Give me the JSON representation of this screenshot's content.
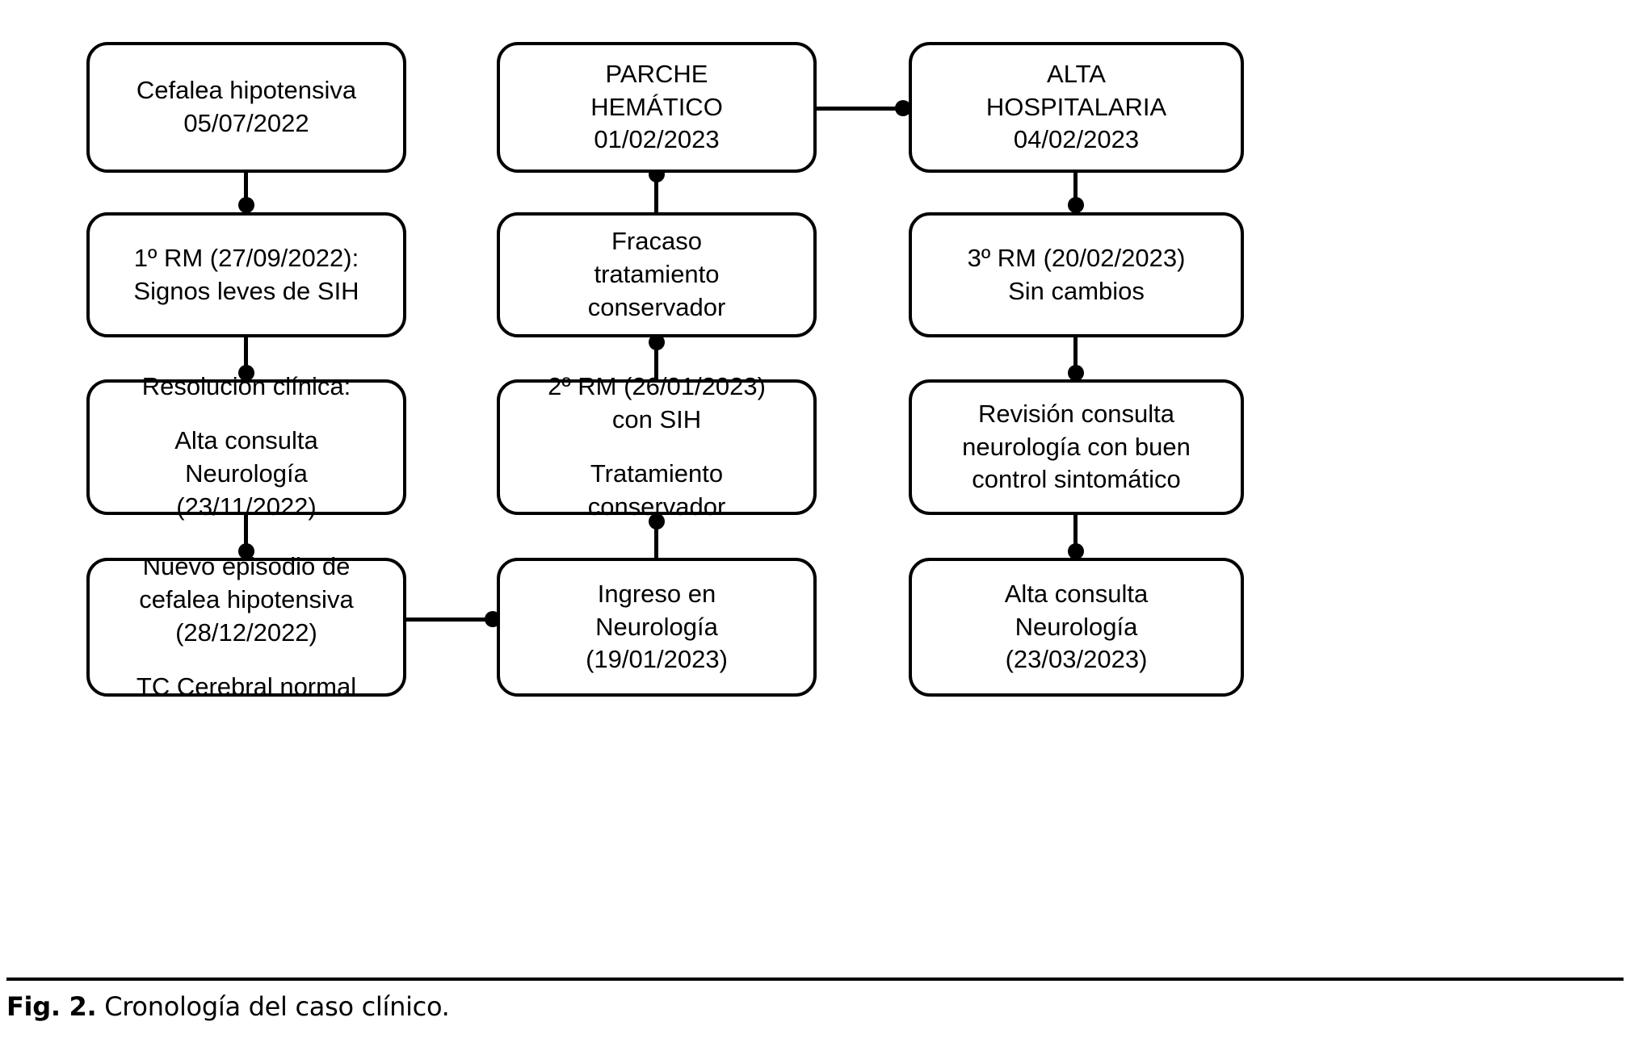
{
  "figure": {
    "caption_label": "Fig. 2.",
    "caption_text": "Cronología del caso clínico.",
    "line_color": "#000000",
    "background_color": "#ffffff"
  },
  "chart_data": {
    "type": "diagram",
    "title": "Cronología del caso clínico",
    "columns": 3,
    "rows": 4,
    "nodes": [
      {
        "id": "n1",
        "column": 1,
        "row": 1,
        "lines": [
          [
            "Cefalea hipotensiva",
            "05/07/2022"
          ]
        ]
      },
      {
        "id": "n2",
        "column": 1,
        "row": 2,
        "lines": [
          [
            "1º RM (27/09/2022):",
            "Signos leves de SIH"
          ]
        ]
      },
      {
        "id": "n3",
        "column": 1,
        "row": 3,
        "lines": [
          [
            "Resolución clínica:"
          ],
          [
            "Alta consulta",
            "Neurología",
            "(23/11/2022)"
          ]
        ]
      },
      {
        "id": "n4",
        "column": 1,
        "row": 4,
        "lines": [
          [
            "Nuevo episodio de",
            "cefalea hipotensiva",
            "(28/12/2022)"
          ],
          [
            "TC Cerebral normal"
          ]
        ]
      },
      {
        "id": "n5",
        "column": 2,
        "row": 1,
        "lines": [
          [
            "PARCHE",
            "HEMÁTICO",
            "01/02/2023"
          ]
        ]
      },
      {
        "id": "n6",
        "column": 2,
        "row": 2,
        "lines": [
          [
            "Fracaso",
            "tratamiento",
            "conservador"
          ]
        ]
      },
      {
        "id": "n7",
        "column": 2,
        "row": 3,
        "lines": [
          [
            "2º RM (26/01/2023)",
            "con SIH"
          ],
          [
            "Tratamiento",
            "conservador"
          ]
        ]
      },
      {
        "id": "n8",
        "column": 2,
        "row": 4,
        "lines": [
          [
            "Ingreso en",
            "Neurología",
            "(19/01/2023)"
          ]
        ]
      },
      {
        "id": "n9",
        "column": 3,
        "row": 1,
        "lines": [
          [
            "ALTA",
            "HOSPITALARIA",
            "04/02/2023"
          ]
        ]
      },
      {
        "id": "n10",
        "column": 3,
        "row": 2,
        "lines": [
          [
            "3º RM (20/02/2023)",
            "Sin cambios"
          ]
        ]
      },
      {
        "id": "n11",
        "column": 3,
        "row": 3,
        "lines": [
          [
            "Revisión consulta",
            "neurología con buen",
            "control sintomático"
          ]
        ]
      },
      {
        "id": "n12",
        "column": 3,
        "row": 4,
        "lines": [
          [
            "Alta consulta",
            "Neurología",
            "(23/03/2023)"
          ]
        ]
      }
    ],
    "edges": [
      {
        "from": "n1",
        "to": "n2",
        "direction": "down"
      },
      {
        "from": "n2",
        "to": "n3",
        "direction": "down"
      },
      {
        "from": "n3",
        "to": "n4",
        "direction": "down"
      },
      {
        "from": "n4",
        "to": "n8",
        "direction": "right"
      },
      {
        "from": "n8",
        "to": "n7",
        "direction": "up"
      },
      {
        "from": "n7",
        "to": "n6",
        "direction": "up"
      },
      {
        "from": "n6",
        "to": "n5",
        "direction": "up"
      },
      {
        "from": "n5",
        "to": "n9",
        "direction": "right"
      },
      {
        "from": "n9",
        "to": "n10",
        "direction": "down"
      },
      {
        "from": "n10",
        "to": "n11",
        "direction": "down"
      },
      {
        "from": "n11",
        "to": "n12",
        "direction": "down"
      }
    ]
  },
  "nodes": {
    "n1": {
      "g1l1": "Cefalea hipotensiva",
      "g1l2": "05/07/2022"
    },
    "n2": {
      "g1l1": "1º RM (27/09/2022):",
      "g1l2": "Signos leves de SIH"
    },
    "n3": {
      "g1l1": "Resolución clínica:",
      "g2l1": "Alta consulta",
      "g2l2": "Neurología",
      "g2l3": "(23/11/2022)"
    },
    "n4": {
      "g1l1": "Nuevo episodio de",
      "g1l2": "cefalea hipotensiva",
      "g1l3": "(28/12/2022)",
      "g2l1": "TC Cerebral normal"
    },
    "n5": {
      "g1l1": "PARCHE",
      "g1l2": "HEMÁTICO",
      "g1l3": "01/02/2023"
    },
    "n6": {
      "g1l1": "Fracaso",
      "g1l2": "tratamiento",
      "g1l3": "conservador"
    },
    "n7": {
      "g1l1": "2º RM (26/01/2023)",
      "g1l2": "con SIH",
      "g2l1": "Tratamiento",
      "g2l2": "conservador"
    },
    "n8": {
      "g1l1": "Ingreso en",
      "g1l2": "Neurología",
      "g1l3": "(19/01/2023)"
    },
    "n9": {
      "g1l1": "ALTA",
      "g1l2": "HOSPITALARIA",
      "g1l3": "04/02/2023"
    },
    "n10": {
      "g1l1": "3º RM (20/02/2023)",
      "g1l2": "Sin cambios"
    },
    "n11": {
      "g1l1": "Revisión consulta",
      "g1l2": "neurología con buen",
      "g1l3": "control sintomático"
    },
    "n12": {
      "g1l1": "Alta consulta",
      "g1l2": "Neurología",
      "g1l3": "(23/03/2023)"
    }
  }
}
